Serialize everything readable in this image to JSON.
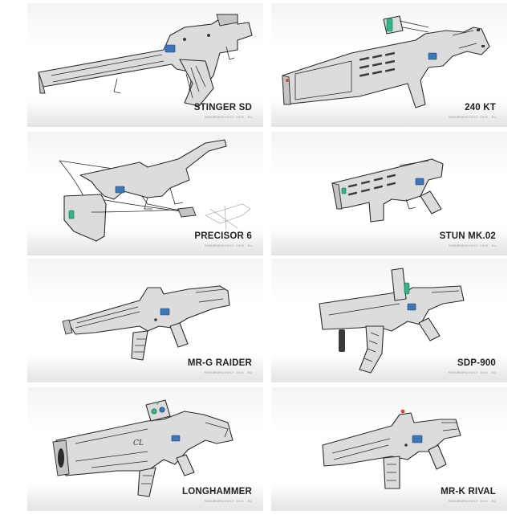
{
  "panels": [
    {
      "label": "STINGER SD",
      "credit": "ROMANMARKOVSKIY 2016 .RU"
    },
    {
      "label": "240 KT",
      "credit": "ROMANMARKOVSKIY 2016 .RU"
    },
    {
      "label": "PRECISOR 6",
      "credit": "ROMANMARKOVSKIY 2016 .RU"
    },
    {
      "label": "STUN MK.02",
      "credit": "ROMANMARKOVSKIY 2016 .RU"
    },
    {
      "label": "MR-G RAIDER",
      "credit": "ROMANMARKOVSKIY 2016 .RU"
    },
    {
      "label": "SDP-900",
      "credit": "ROMANMARKOVSKIY 2016 .RU"
    },
    {
      "label": "LONGHAMMER",
      "credit": "ROMANMARKOVSKIY 2016 .RU"
    },
    {
      "label": "MR-K  RIVAL",
      "credit": "ROMANMARKOVSKIY 2016 .RU"
    }
  ],
  "colors": {
    "accent_blue": "#3c78b8",
    "accent_green": "#33b58a",
    "accent_red": "#d24a3c",
    "metal": "#dcdcdc"
  },
  "longhammer_engraving": "CL"
}
